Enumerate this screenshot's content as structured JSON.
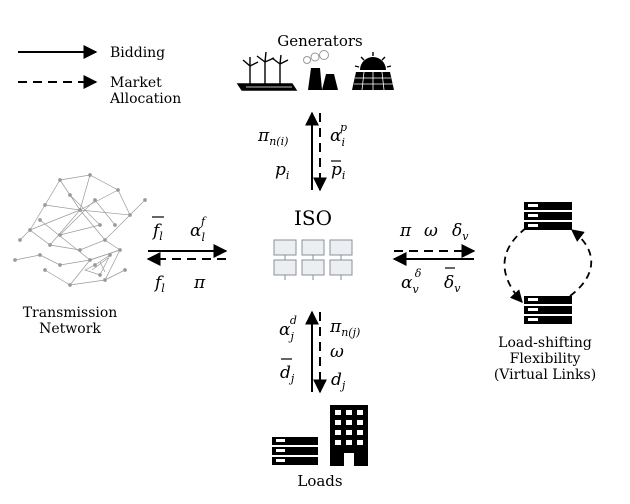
{
  "legend": {
    "bidding": "Bidding",
    "market_allocation_line1": "Market",
    "market_allocation_line2": "Allocation"
  },
  "nodes": {
    "generators": "Generators",
    "iso": "ISO",
    "transmission_line1": "Transmission",
    "transmission_line2": "Network",
    "flex_line1": "Load-shifting",
    "flex_line2": "Flexibility",
    "flex_line3": "(Virtual Links)",
    "loads": "Loads"
  },
  "symbols": {
    "pi": "π",
    "omega": "ω",
    "alpha": "α",
    "delta": "δ",
    "p": "p",
    "f": "f",
    "d": "d",
    "sub_ni": "n(i)",
    "sub_nj": "n(j)",
    "sub_i": "i",
    "sub_j": "j",
    "sub_l": "l",
    "sub_v": "v",
    "sup_p": "p",
    "sup_f": "f",
    "sup_d": "d",
    "sup_delta": "δ"
  },
  "colors": {
    "ink": "#000000",
    "network": "#9a9a9a",
    "iso_panel": "#c8ccd0"
  }
}
